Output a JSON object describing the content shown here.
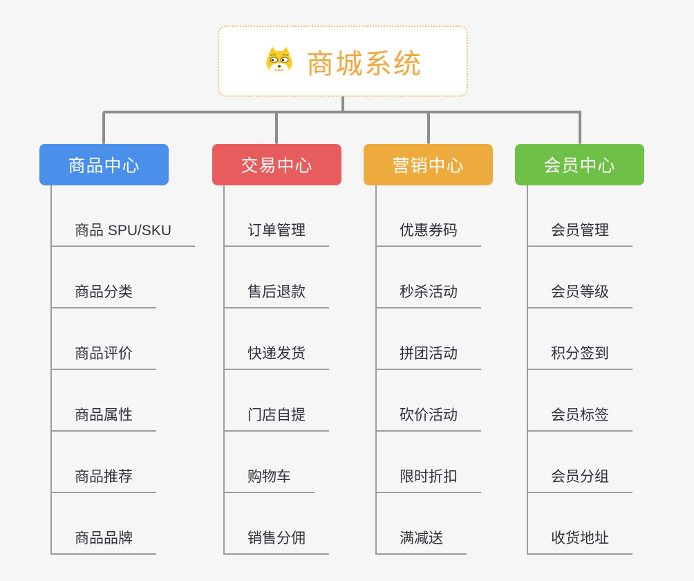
{
  "root": {
    "title": "商城系统",
    "icon": "doge-icon"
  },
  "branches": [
    {
      "label": "商品中心",
      "color": "#4a8fe9",
      "items": [
        "商品 SPU/SKU",
        "商品分类",
        "商品评价",
        "商品属性",
        "商品推荐",
        "商品品牌"
      ]
    },
    {
      "label": "交易中心",
      "color": "#e75c5c",
      "items": [
        "订单管理",
        "售后退款",
        "快递发货",
        "门店自提",
        "购物车",
        "销售分佣"
      ]
    },
    {
      "label": "营销中心",
      "color": "#edaa3d",
      "items": [
        "优惠券码",
        "秒杀活动",
        "拼团活动",
        "砍价活动",
        "限时折扣",
        "满减送"
      ]
    },
    {
      "label": "会员中心",
      "color": "#6ec046",
      "items": [
        "会员管理",
        "会员等级",
        "积分签到",
        "会员标签",
        "会员分组",
        "收货地址"
      ]
    }
  ],
  "colors": {
    "root_title": "#f0a83e",
    "root_border": "#f2bd6a",
    "connector": "#8d8d8d",
    "leaf_line": "#9c9c9c",
    "leaf_text": "#30323a",
    "background": "#f6f6f6"
  }
}
